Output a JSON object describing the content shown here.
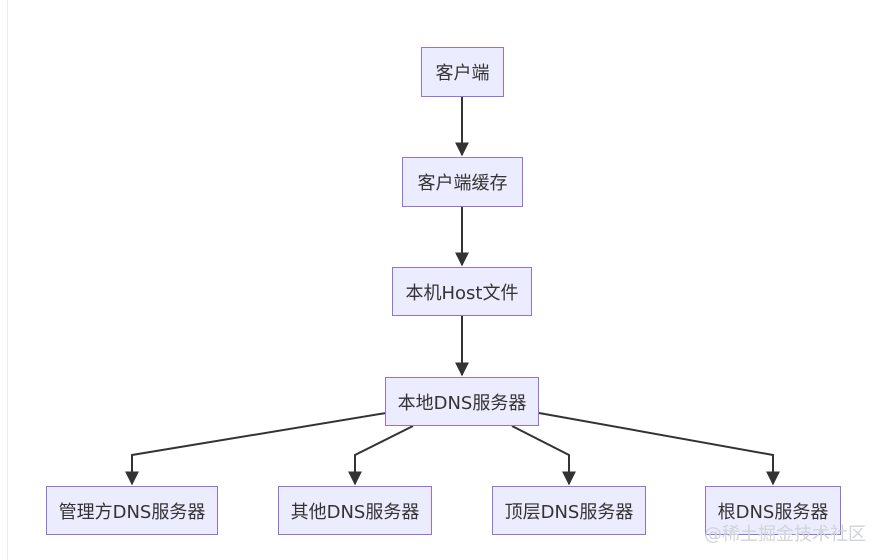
{
  "diagram": {
    "nodes": [
      {
        "id": "client",
        "label": "客户端"
      },
      {
        "id": "client_cache",
        "label": "客户端缓存"
      },
      {
        "id": "host_file",
        "label": "本机Host文件"
      },
      {
        "id": "local_dns",
        "label": "本地DNS服务器"
      },
      {
        "id": "admin_dns",
        "label": "管理方DNS服务器"
      },
      {
        "id": "other_dns",
        "label": "其他DNS服务器"
      },
      {
        "id": "top_dns",
        "label": "顶层DNS服务器"
      },
      {
        "id": "root_dns",
        "label": "根DNS服务器"
      }
    ],
    "edges": [
      {
        "from": "client",
        "to": "client_cache"
      },
      {
        "from": "client_cache",
        "to": "host_file"
      },
      {
        "from": "host_file",
        "to": "local_dns"
      },
      {
        "from": "local_dns",
        "to": "admin_dns"
      },
      {
        "from": "local_dns",
        "to": "other_dns"
      },
      {
        "from": "local_dns",
        "to": "top_dns"
      },
      {
        "from": "local_dns",
        "to": "root_dns"
      }
    ],
    "colors": {
      "node_fill": "#ECECFF",
      "node_border": "#9370DB",
      "edge": "#333333"
    }
  },
  "watermark": "@稀土掘金技术社区"
}
